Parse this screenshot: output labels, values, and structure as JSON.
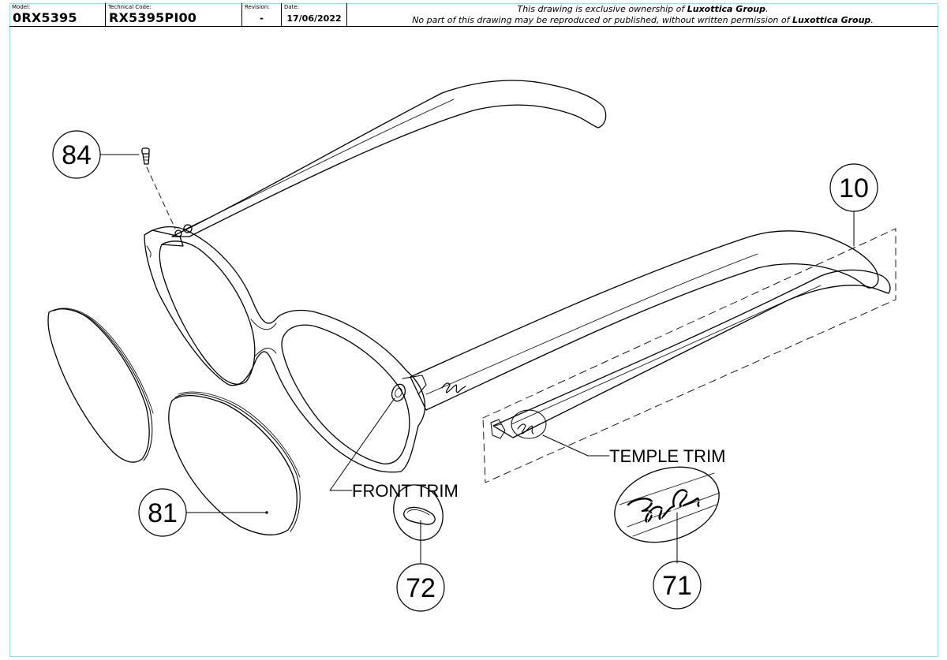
{
  "title_block": {
    "model_label": "Model:",
    "model_value": "0RX5395",
    "tech_label": "Technical Code:",
    "tech_value": "RX5395PI00",
    "revision_label": "Revision:",
    "revision_value": "-",
    "date_label": "Date:",
    "date_value": "17/06/2022",
    "notice_line1_pre": "This drawing is exclusive ownership of ",
    "notice_line1_brand": "Luxottica Group",
    "notice_line1_post": ".",
    "notice_line2_pre": "No part of this drawing may be reproduced or published, without written permission of ",
    "notice_line2_brand": "Luxottica Group",
    "notice_line2_post": "."
  },
  "callouts": {
    "c84": "84",
    "c10": "10",
    "c81": "81",
    "c72": "72",
    "c71": "71"
  },
  "labels": {
    "front_trim": "FRONT TRIM",
    "temple_trim": "TEMPLE TRIM"
  },
  "icons": [
    "ray-ban-logo-icon",
    "screw-icon"
  ]
}
